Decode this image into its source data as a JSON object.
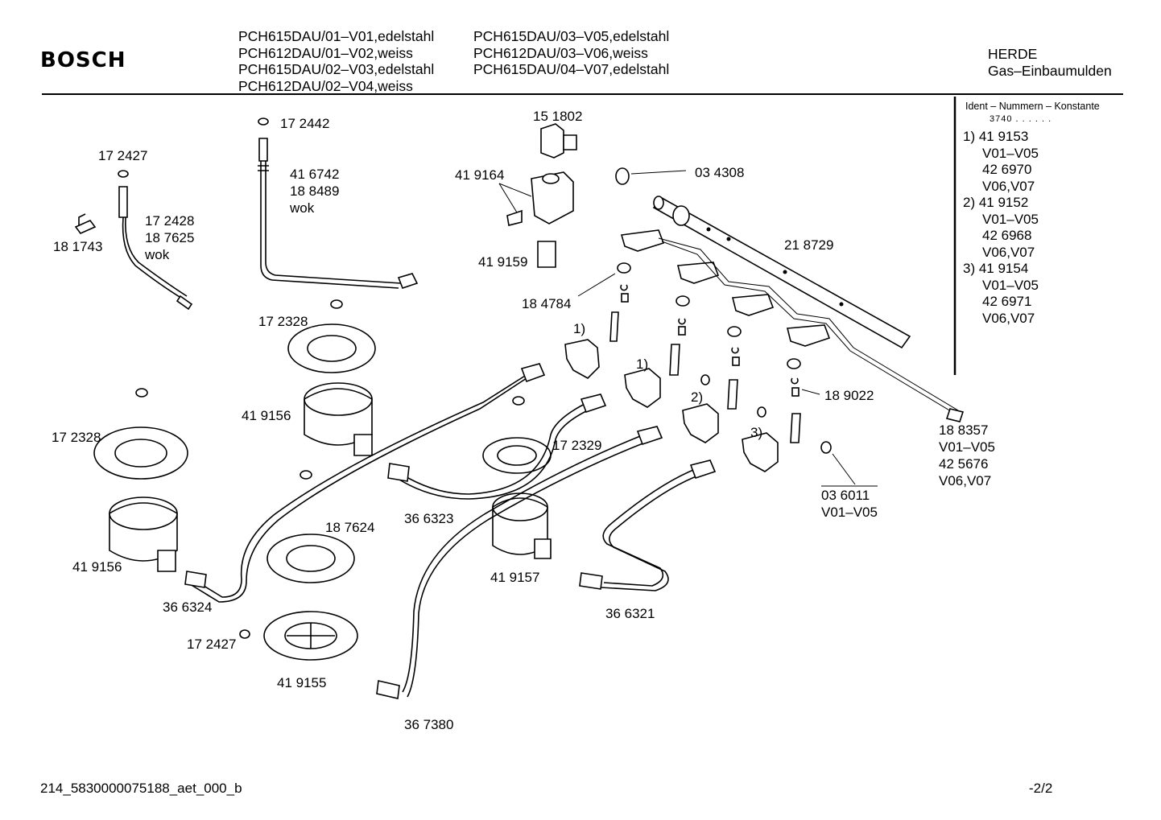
{
  "header": {
    "brand": "BOSCH",
    "models_col1": [
      "PCH615DAU/01–V01,edelstahl",
      "PCH612DAU/01–V02,weiss",
      "PCH615DAU/02–V03,edelstahl",
      "PCH612DAU/02–V04,weiss"
    ],
    "models_col2": [
      "PCH615DAU/03–V05,edelstahl",
      "PCH612DAU/03–V06,weiss",
      "PCH615DAU/04–V07,edelstahl"
    ],
    "category": "HERDE",
    "subcategory": "Gas–Einbaumulden"
  },
  "ident_panel": {
    "title": "Ident – Nummern – Konstante",
    "constant": "3740 . . . . . .",
    "lines": [
      "1) 41 9153",
      "V01–V05",
      "42 6970",
      "V06,V07",
      "2) 41 9152",
      "V01–V05",
      "42 6968",
      "V06,V07",
      "3) 41 9154",
      "V01–V05",
      "42 6971",
      "V06,V07"
    ]
  },
  "parts": {
    "p172442": "17 2442",
    "p416742": "41 6742",
    "p188489": "18 8489",
    "wok1": "wok",
    "p172427a": "17 2427",
    "p172428": "17 2428",
    "p187625": "18 7625",
    "wok2": "wok",
    "p181743": "18 1743",
    "p151802": "15 1802",
    "p419164": "41 9164",
    "p419159": "41 9159",
    "p034308": "03 4308",
    "p218729": "21 8729",
    "p184784": "18 4784",
    "ref1a": "1)",
    "ref1b": "1)",
    "ref2": "2)",
    "ref3": "3)",
    "p172328a": "17 2328",
    "p172328b": "17 2328",
    "p419156a": "41 9156",
    "p419156b": "41 9156",
    "p172329": "17 2329",
    "p366323": "36 6323",
    "p187624": "18 7624",
    "p366324": "36 6324",
    "p172427b": "17 2427",
    "p419155": "41 9155",
    "p367380": "36 7380",
    "p419157": "41 9157",
    "p366321": "36 6321",
    "p189022": "18 9022",
    "p188357": "18 8357",
    "v0105a": "V01–V05",
    "p425676": "42 5676",
    "v0607": "V06,V07",
    "p036011": "03 6011",
    "v0105b": "V01–V05"
  },
  "footer": {
    "doc_id": "214_5830000075188_aet_000_b",
    "page": "-2/2"
  }
}
